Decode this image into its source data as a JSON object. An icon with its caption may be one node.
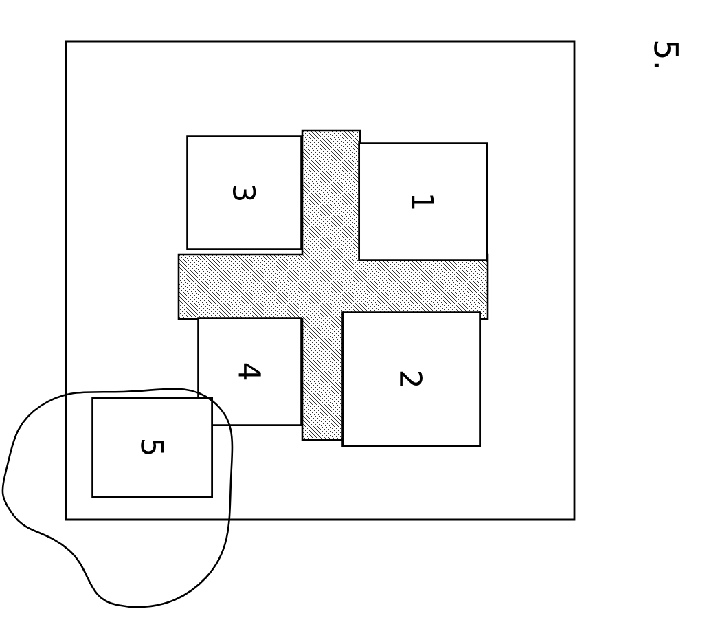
{
  "diagram": {
    "title": "5.",
    "nodes": [
      {
        "text": [],
        "shape": "box"
      },
      {
        "text": [
          "3"
        ],
        "in": 0
      },
      {
        "text": [
          "1"
        ],
        "in": 0
      },
      {
        "text": [
          "4"
        ],
        "in": 0
      },
      {
        "text": [
          "2"
        ],
        "in": 0
      },
      {
        "text": [
          "5"
        ],
        "in": 0
      }
    ],
    "edges": []
  }
}
